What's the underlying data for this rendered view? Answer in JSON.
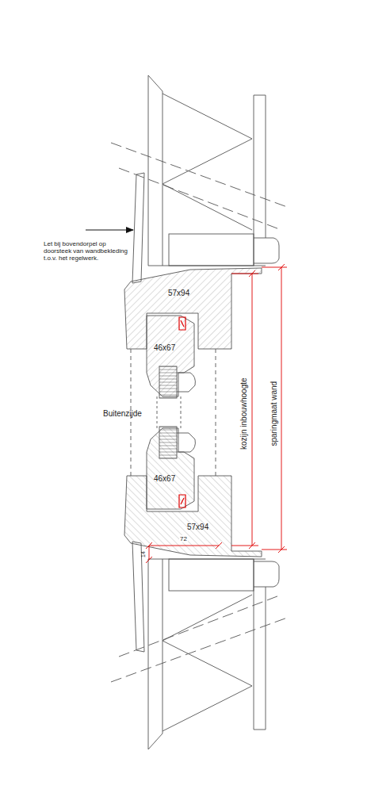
{
  "diagram": {
    "labels": [
      "Let bij bovendorpel op doorsteek van wandbekleding t.o.v. het regelwerk.",
      "57x94",
      "46x67",
      "Buitenzijde",
      "46x67",
      "57x94",
      "72",
      "14",
      "kozijn inbouwhoogte",
      "sparingmaat wand"
    ]
  }
}
